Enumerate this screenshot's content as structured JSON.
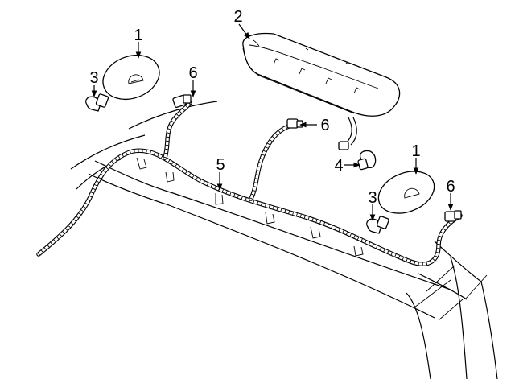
{
  "diagram": {
    "callouts": [
      {
        "id": "lamp-left",
        "label": "1"
      },
      {
        "id": "lamp-right",
        "label": "1"
      },
      {
        "id": "high-mount-lamp",
        "label": "2"
      },
      {
        "id": "bulb-left",
        "label": "3"
      },
      {
        "id": "bulb-right",
        "label": "3"
      },
      {
        "id": "bulb-center",
        "label": "4"
      },
      {
        "id": "harness",
        "label": "5"
      },
      {
        "id": "connector-left",
        "label": "6"
      },
      {
        "id": "connector-center",
        "label": "6"
      },
      {
        "id": "connector-right",
        "label": "6"
      }
    ]
  }
}
